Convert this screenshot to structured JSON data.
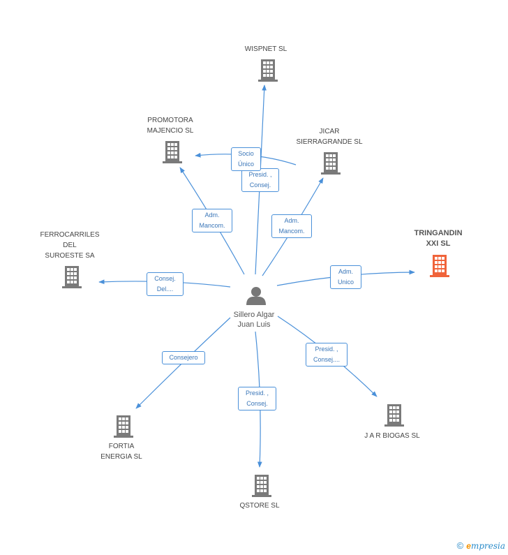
{
  "colors": {
    "edge": "#4a90d9",
    "building_default": "#7a7a7a",
    "building_highlight": "#f0633a",
    "person": "#777777"
  },
  "center": {
    "label": "Sillero Algar\nJuan Luis",
    "icon": "person-icon"
  },
  "nodes": [
    {
      "id": "wispnet",
      "label": "WISPNET SL",
      "icon": "building-icon",
      "highlight": false
    },
    {
      "id": "promotora",
      "label": "PROMOTORA\nMAJENCIO  SL",
      "icon": "building-icon",
      "highlight": false
    },
    {
      "id": "jicar",
      "label": "JICAR\nSIERRAGRANDE SL",
      "icon": "building-icon",
      "highlight": false
    },
    {
      "id": "ferrocarriles",
      "label": "FERROCARRILES\nDEL\nSUROESTE SA",
      "icon": "building-icon",
      "highlight": false
    },
    {
      "id": "tringandin",
      "label": "TRINGANDIN\nXXI SL",
      "icon": "building-icon",
      "highlight": true
    },
    {
      "id": "fortia",
      "label": "FORTIA\nENERGIA  SL",
      "icon": "building-icon",
      "highlight": false
    },
    {
      "id": "qstore",
      "label": "QSTORE SL",
      "icon": "building-icon",
      "highlight": false
    },
    {
      "id": "jar",
      "label": "J A R BIOGAS SL",
      "icon": "building-icon",
      "highlight": false
    }
  ],
  "edges": [
    {
      "to": "wispnet",
      "label": "Presid. ,\nConsej."
    },
    {
      "to": "promotora",
      "label": "Adm.\nMancom."
    },
    {
      "to": "promotora_from_jicar",
      "label": "Socio\nÚnico"
    },
    {
      "to": "jicar",
      "label": "Adm.\nMancom."
    },
    {
      "to": "ferrocarriles",
      "label": "Consej.\nDel...."
    },
    {
      "to": "tringandin",
      "label": "Adm.\nUnico"
    },
    {
      "to": "fortia",
      "label": "Consejero"
    },
    {
      "to": "qstore",
      "label": "Presid. ,\nConsej."
    },
    {
      "to": "jar",
      "label": "Presid. ,\nConsej...."
    }
  ],
  "footer": {
    "copyright": "©",
    "brand_first": "e",
    "brand_rest": "mpresia"
  }
}
